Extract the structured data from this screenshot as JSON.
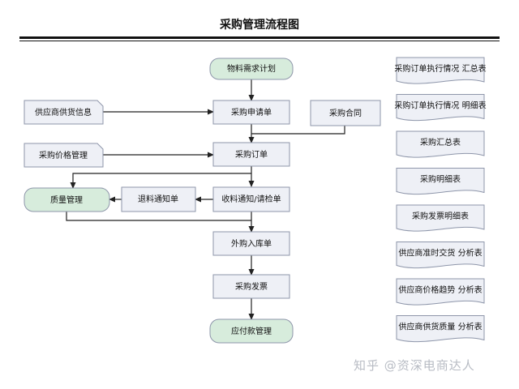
{
  "title": "采购管理流程图",
  "colors": {
    "box": "#eef0f6",
    "terminal": "#d7ecdc",
    "border": "#8e96aa",
    "line": "#222222"
  },
  "nodes": {
    "material_plan": "物料需求计划",
    "purchase_request": "采购申请单",
    "purchase_order": "采购订单",
    "receiving_inspection": "收料通知/请检单",
    "return_notice": "退料通知单",
    "quality_management": "质量管理",
    "outsourcing_receipt": "外购入库单",
    "purchase_invoice": "采购发票",
    "accounts_payable": "应付款管理",
    "supplier_info": "供应商供货信息",
    "price_management": "采购价格管理",
    "purchase_contract": "采购合同"
  },
  "reports": [
    "采购订单执行情况 汇总表",
    "采购订单执行情况 明细表",
    "采购汇总表",
    "采购明细表",
    "采购发票明细表",
    "供应商准时交货 分析表",
    "供应商价格趋势 分析表",
    "供应商供货质量 分析表"
  ],
  "watermark": "知乎 @资深电商达人"
}
